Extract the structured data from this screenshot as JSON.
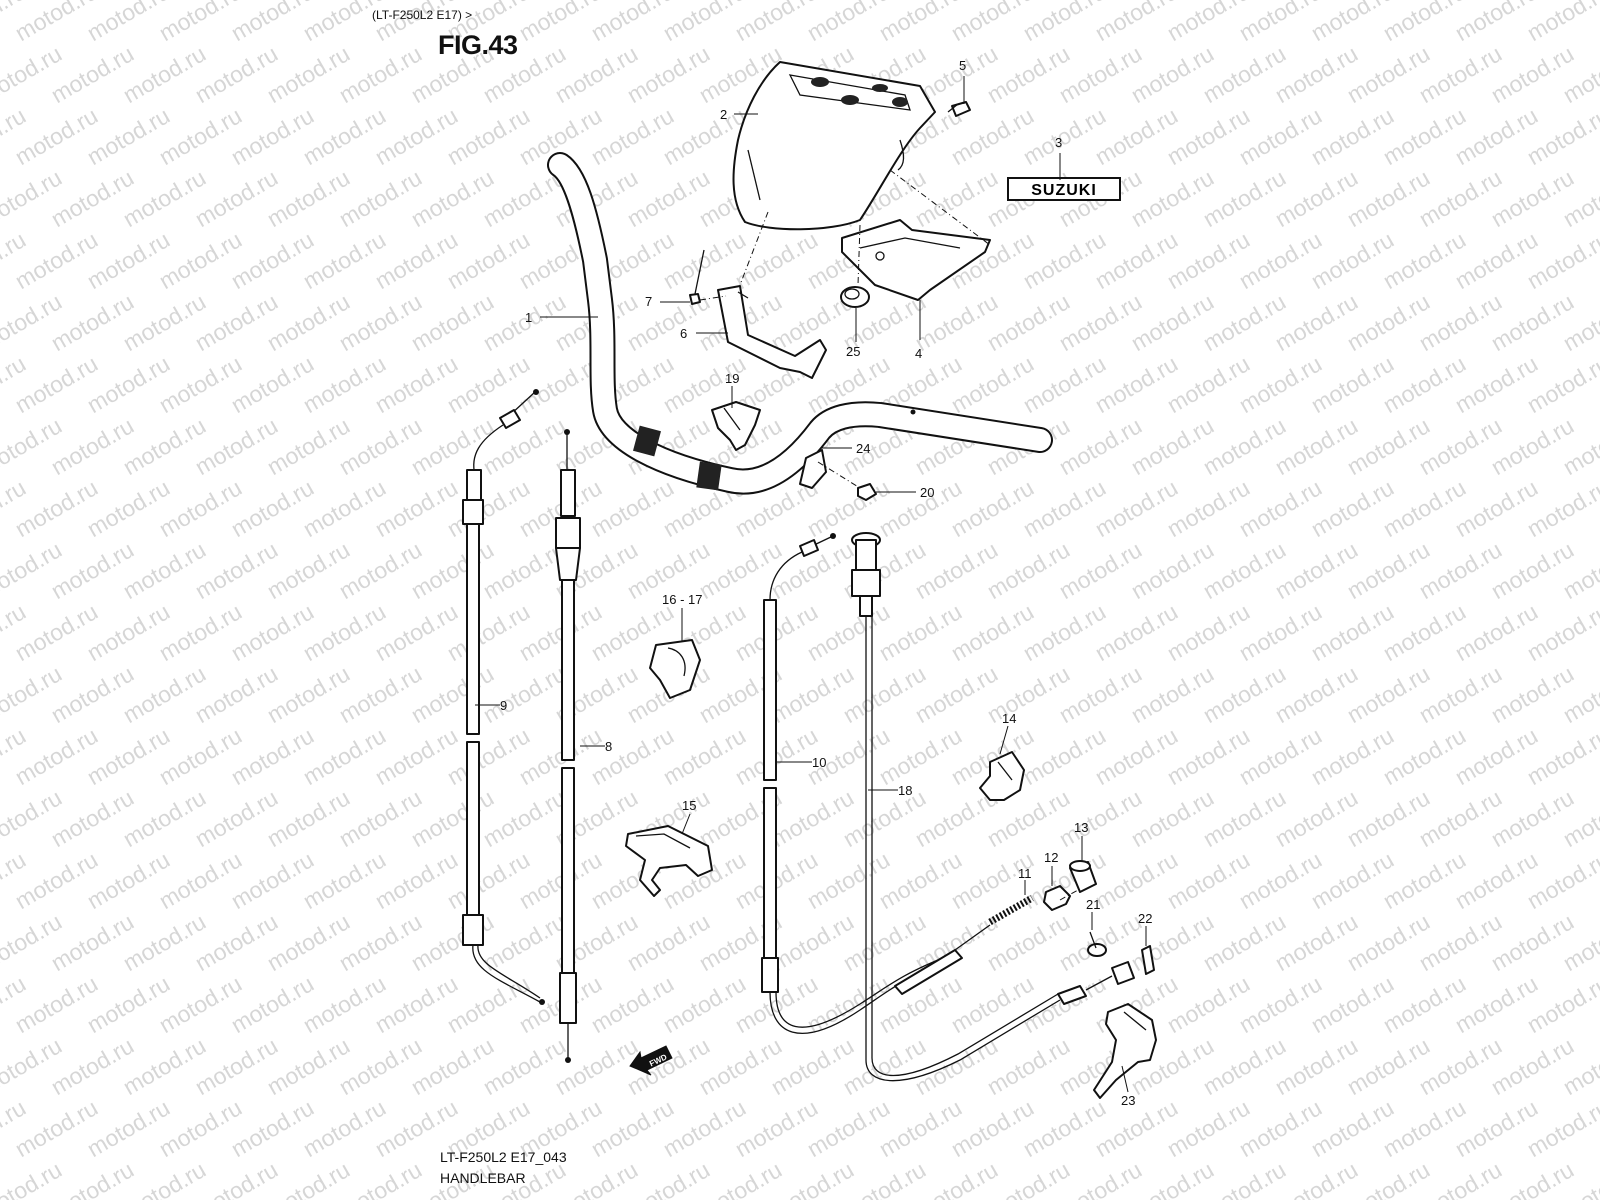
{
  "header": {
    "model_variant": "(LT-F250L2 E17) >",
    "figure_title": "FIG.43"
  },
  "watermark": {
    "text": "motod.ru"
  },
  "footer": {
    "drawing_code": "LT-F250L2 E17_043",
    "section_name": "HANDLEBAR"
  },
  "brand_emblem": {
    "text": "SUZUKI"
  },
  "direction_marker": {
    "text": "FWD"
  },
  "callouts": [
    {
      "id": "part-1",
      "label": "1",
      "part": "handlebar"
    },
    {
      "id": "part-2",
      "label": "2",
      "part": "handlebar-cover"
    },
    {
      "id": "part-3",
      "label": "3",
      "part": "emblem"
    },
    {
      "id": "part-4",
      "label": "4",
      "part": "cover-bracket-right"
    },
    {
      "id": "part-5",
      "label": "5",
      "part": "screw"
    },
    {
      "id": "part-6",
      "label": "6",
      "part": "cover-bracket-left"
    },
    {
      "id": "part-7",
      "label": "7",
      "part": "screw"
    },
    {
      "id": "part-8",
      "label": "8",
      "part": "cable"
    },
    {
      "id": "part-9",
      "label": "9",
      "part": "cable"
    },
    {
      "id": "part-10",
      "label": "10",
      "part": "cable"
    },
    {
      "id": "part-11",
      "label": "11",
      "part": "spring"
    },
    {
      "id": "part-12",
      "label": "12",
      "part": "collar"
    },
    {
      "id": "part-13",
      "label": "13",
      "part": "bushing"
    },
    {
      "id": "part-14",
      "label": "14",
      "part": "clamp"
    },
    {
      "id": "part-15",
      "label": "15",
      "part": "clamp"
    },
    {
      "id": "part-16-17",
      "label": "16 - 17",
      "part": "clamp"
    },
    {
      "id": "part-18",
      "label": "18",
      "part": "choke-cable"
    },
    {
      "id": "part-19",
      "label": "19",
      "part": "holder"
    },
    {
      "id": "part-20",
      "label": "20",
      "part": "bolt"
    },
    {
      "id": "part-21",
      "label": "21",
      "part": "pin"
    },
    {
      "id": "part-22",
      "label": "22",
      "part": "clip"
    },
    {
      "id": "part-23",
      "label": "23",
      "part": "lever"
    },
    {
      "id": "part-24",
      "label": "24",
      "part": "holder"
    },
    {
      "id": "part-25",
      "label": "25",
      "part": "grommet"
    }
  ],
  "colors": {
    "line": "#111111",
    "watermark": "#c9c9c9",
    "background": "#ffffff"
  }
}
